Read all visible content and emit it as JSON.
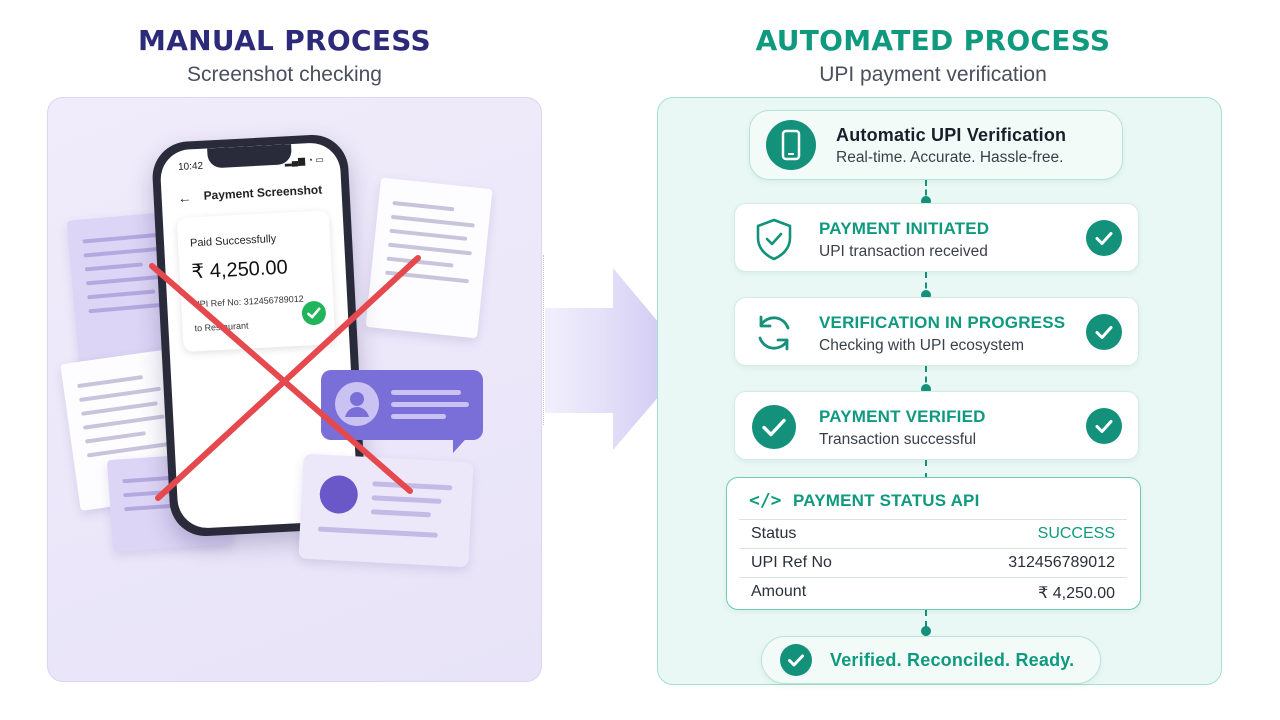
{
  "left": {
    "heading": "MANUAL PROCESS",
    "subheading": "Screenshot checking",
    "phone": {
      "time": "10:42",
      "title": "Payment Screenshot",
      "paid_label": "Paid Successfully",
      "amount": "₹ 4,250.00",
      "ref": "UPI Ref No: 312456789012",
      "to": "to Restaurant"
    }
  },
  "right": {
    "heading": "AUTOMATED PROCESS",
    "subheading": "UPI payment verification",
    "header_card": {
      "title": "Automatic UPI Verification",
      "subtitle": "Real-time. Accurate. Hassle-free."
    },
    "steps": [
      {
        "title": "PAYMENT INITIATED",
        "subtitle": "UPI transaction received",
        "icon": "shield-check-icon"
      },
      {
        "title": "VERIFICATION IN PROGRESS",
        "subtitle": "Checking with UPI ecosystem",
        "icon": "refresh-icon"
      },
      {
        "title": "PAYMENT VERIFIED",
        "subtitle": "Transaction successful",
        "icon": "check-circle-icon"
      }
    ],
    "api": {
      "title": "PAYMENT STATUS API",
      "icon": "code-icon",
      "rows": [
        {
          "key": "Status",
          "value": "SUCCESS"
        },
        {
          "key": "UPI Ref No",
          "value": "312456789012"
        },
        {
          "key": "Amount",
          "value": "₹ 4,250.00"
        }
      ]
    },
    "footer": "Verified. Reconciled. Ready."
  },
  "colors": {
    "manual_heading": "#2e2a7a",
    "automated_heading": "#0f9a7f",
    "accent_teal": "#13917a",
    "cross_red": "#e5484d",
    "lavender": "#7a6fd8"
  }
}
